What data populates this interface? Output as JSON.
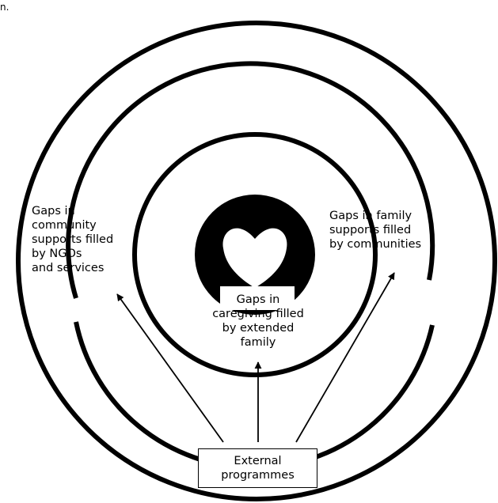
{
  "corner_text": "n.",
  "labels": {
    "outer_left": "Gaps in\ncommunity\nsupports filled\nby NGOs\nand services",
    "right": "Gaps in family\nsupports filled\nby communities",
    "center": "Gaps in\ncaregiving filled\nby extended\nfamily"
  },
  "box": {
    "label": "External\nprogrammes"
  },
  "icon": "heart-icon",
  "colors": {
    "stroke": "#000000",
    "background": "#ffffff"
  }
}
